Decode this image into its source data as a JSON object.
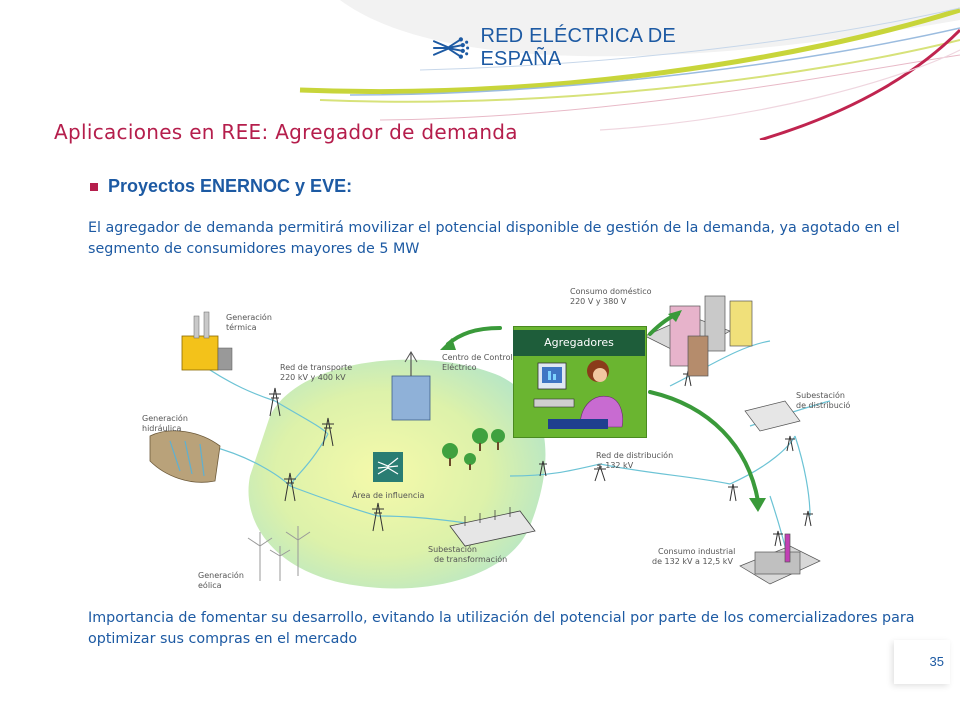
{
  "header": {
    "brand": "RED ELÉCTRICA DE ESPAÑA",
    "logo_icon": "ree-logo-icon"
  },
  "slide": {
    "title": "Aplicaciones en REE: Agregador de demanda",
    "bullet": "Proyectos ENERNOC y EVE:",
    "paragraph_1": "El agregador de demanda permitirá movilizar el potencial disponible de gestión de la demanda, ya agotado en el segmento de consumidores mayores de 5 MW",
    "paragraph_2": "Importancia de fomentar su desarrollo, evitando la utilización del potencial por parte de los comercializadores para optimizar sus compras en el mercado",
    "page_number": "35"
  },
  "diagram": {
    "aggregator_label": "Agregadores",
    "labels": {
      "gen_termica_1": "Generación",
      "gen_termica_2": "térmica",
      "red_transporte_1": "Red de transporte",
      "red_transporte_2": "220 kV y 400 kV",
      "centro_control_1": "Centro de Control",
      "centro_control_2": "Eléctrico",
      "consumo_domestico_1": "Consumo doméstico",
      "consumo_domestico_2": "220 V y 380 V",
      "gen_hidraulica_1": "Generación",
      "gen_hidraulica_2": "hidráulica",
      "subestacion_dist_1": "Subestación",
      "subestacion_dist_2": "de distribución",
      "area_influencia": "Área de influencia",
      "red_distribucion_1": "Red de distribución",
      "red_distribucion_2": "≤ 132 kV",
      "subestacion_transf_1": "Subestación",
      "subestacion_transf_2": "de transformación",
      "consumo_industrial_1": "Consumo industrial",
      "consumo_industrial_2": "de 132 kV a 12,5 kV",
      "gen_eolica_1": "Generación",
      "gen_eolica_2": "eólica"
    }
  },
  "colors": {
    "title": "#b51e4c",
    "text_blue": "#1d5aa3",
    "accent_green": "#6ab530",
    "dark_green": "#1e5d3a"
  }
}
